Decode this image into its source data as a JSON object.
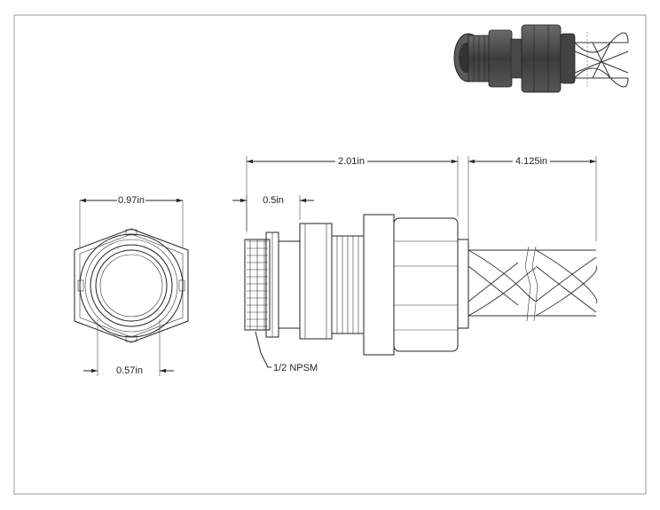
{
  "dimensions": {
    "hex_width": "0.97in",
    "bore_diameter": "0.57in",
    "thread_length": "0.5in",
    "fitting_length": "2.01in",
    "mesh_length": "4.125in"
  },
  "callouts": {
    "thread_spec": "1/2 NPSM"
  },
  "colors": {
    "line": "#222222",
    "photo_dark": "#4a4a4a",
    "border": "#999999"
  }
}
